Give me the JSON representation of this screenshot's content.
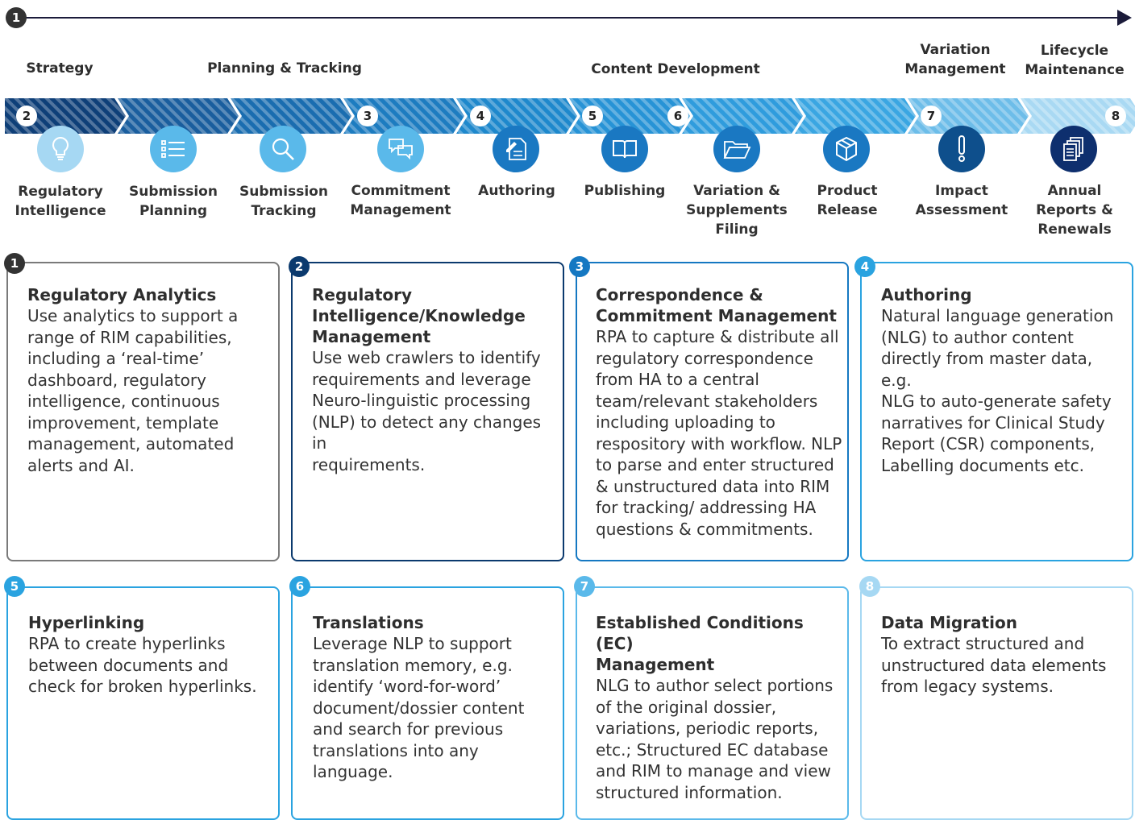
{
  "timeline": {
    "start_badge": "1"
  },
  "phases": [
    {
      "label": "Strategy"
    },
    {
      "label": "Planning & Tracking"
    },
    {
      "label": "Content Development"
    },
    {
      "label": "Variation\nManagement"
    },
    {
      "label": "Lifecycle\nMaintenance"
    }
  ],
  "markers": [
    "2",
    "3",
    "4",
    "5",
    "6",
    "7",
    "8"
  ],
  "steps": [
    {
      "label": "Regulatory\nIntelligence",
      "icon": "lightbulb-icon",
      "color": "#a6d8f3"
    },
    {
      "label": "Submission\nPlanning",
      "icon": "list-icon",
      "color": "#5ab9ea"
    },
    {
      "label": "Submission\nTracking",
      "icon": "search-icon",
      "color": "#5ab9ea"
    },
    {
      "label": "Commitment\nManagement",
      "icon": "chat-icon",
      "color": "#5ab9ea"
    },
    {
      "label": "Authoring",
      "icon": "edit-document-icon",
      "color": "#1a78c2"
    },
    {
      "label": "Publishing",
      "icon": "book-icon",
      "color": "#1a78c2"
    },
    {
      "label": "Variation &\nSupplements\nFiling",
      "icon": "folder-icon",
      "color": "#1a78c2"
    },
    {
      "label": "Product\nRelease",
      "icon": "package-icon",
      "color": "#1a78c2"
    },
    {
      "label": "Impact\nAssessment",
      "icon": "exclamation-icon",
      "color": "#0e4f8c"
    },
    {
      "label": "Annual\nReports &\nRenewals",
      "icon": "documents-icon",
      "color": "#0e2f6e"
    }
  ],
  "cards": [
    {
      "number": "1",
      "title": "Regulatory Analytics",
      "body": "Use analytics to support a\nrange of RIM capabilities,\nincluding a ‘real-time’\ndashboard, regulatory\nintelligence, continuous\nimprovement, template\nmanagement, automated\nalerts and AI.",
      "color": "#7a7a7a",
      "badge_color": "#333333"
    },
    {
      "number": "2",
      "title": "Regulatory\nIntelligence/Knowledge\nManagement",
      "body": "Use web crawlers to identify\nrequirements and leverage\nNeuro-linguistic processing\n(NLP) to detect any changes in\nrequirements.",
      "color": "#0b3a6e",
      "badge_color": "#0b3a6e"
    },
    {
      "number": "3",
      "title": "Correspondence &\nCommitment Management",
      "body": "RPA to capture & distribute all\nregulatory correspondence\nfrom HA to a central\nteam/relevant stakeholders\nincluding uploading to\nrespository with workflow. NLP\nto parse and enter structured\n& unstructured data into RIM\nfor tracking/ addressing HA\nquestions & commitments.",
      "color": "#1578c2",
      "badge_color": "#1578c2"
    },
    {
      "number": "4",
      "title": "Authoring",
      "body": "Natural language generation\n(NLG) to author content\ndirectly from master data, e.g.\nNLG to auto-generate safety\nnarratives for Clinical Study\nReport (CSR) components,\nLabelling documents etc.",
      "color": "#2aa3e0",
      "badge_color": "#2aa3e0"
    },
    {
      "number": "5",
      "title": "Hyperlinking",
      "body": "RPA to create hyperlinks\nbetween documents and\ncheck for broken hyperlinks.",
      "color": "#2aa3e0",
      "badge_color": "#2aa3e0"
    },
    {
      "number": "6",
      "title": "Translations",
      "body": "Leverage NLP to support\ntranslation memory, e.g.\nidentify ‘word-for-word’\ndocument/dossier content\nand search for previous\ntranslations into any\nlanguage.",
      "color": "#2aa3e0",
      "badge_color": "#2aa3e0"
    },
    {
      "number": "7",
      "title": "Established Conditions (EC)\nManagement",
      "body": "NLG to author select portions\nof the original dossier,\nvariations, periodic reports,\netc.; Structured EC database\nand RIM to manage and view\nstructured information.",
      "color": "#5ab9ea",
      "badge_color": "#5ab9ea"
    },
    {
      "number": "8",
      "title": "Data Migration",
      "body": "To extract structured and\nunstructured data elements\nfrom legacy systems.",
      "color": "#a6d8f3",
      "badge_color": "#a6d8f3"
    }
  ]
}
